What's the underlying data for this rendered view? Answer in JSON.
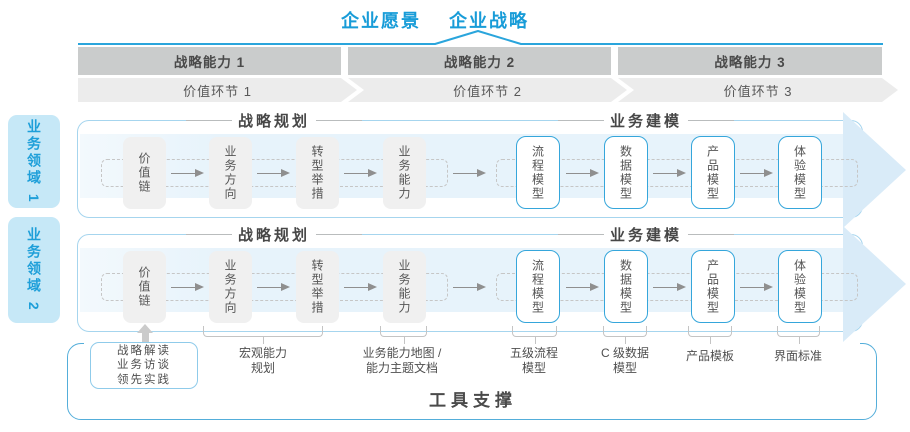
{
  "title": {
    "vision": "企业愿景",
    "strategy": "企业战略"
  },
  "capabilities": [
    "战略能力 1",
    "战略能力 2",
    "战略能力 3"
  ],
  "value_links": [
    "价值环节 1",
    "价值环节 2",
    "价值环节 3"
  ],
  "domains": [
    "业务领域 1",
    "业务领域 2"
  ],
  "row": {
    "planning_header": "战略规划",
    "modeling_header": "业务建模",
    "planning_boxes": [
      "价值链",
      "业务方向",
      "转型举措",
      "业务能力"
    ],
    "modeling_boxes": [
      "流程模型",
      "数据模型",
      "产品模型",
      "体验模型"
    ]
  },
  "annotations": {
    "practice_box": "战略解读\n业务访谈\n领先实践",
    "labels": [
      "宏观能力\n规划",
      "业务能力地图 /\n能力主题文档",
      "五级流程\n模型",
      "C 级数据\n模型",
      "产品模板",
      "界面标准"
    ]
  },
  "footer": {
    "tool_support": "工具支撑"
  },
  "colors": {
    "accent_blue": "#189CD8",
    "row_border": "#A6D5EE",
    "box_border_blue": "#35A6DB",
    "band_blue": "#E7F3FB",
    "arrowhead_blue": "#D9EBF8",
    "bar_gray": "#CACCCC",
    "chevron_gray": "#ECECEC",
    "box_gray": "#F0F0F0",
    "text_dark": "#4A4A4A"
  }
}
